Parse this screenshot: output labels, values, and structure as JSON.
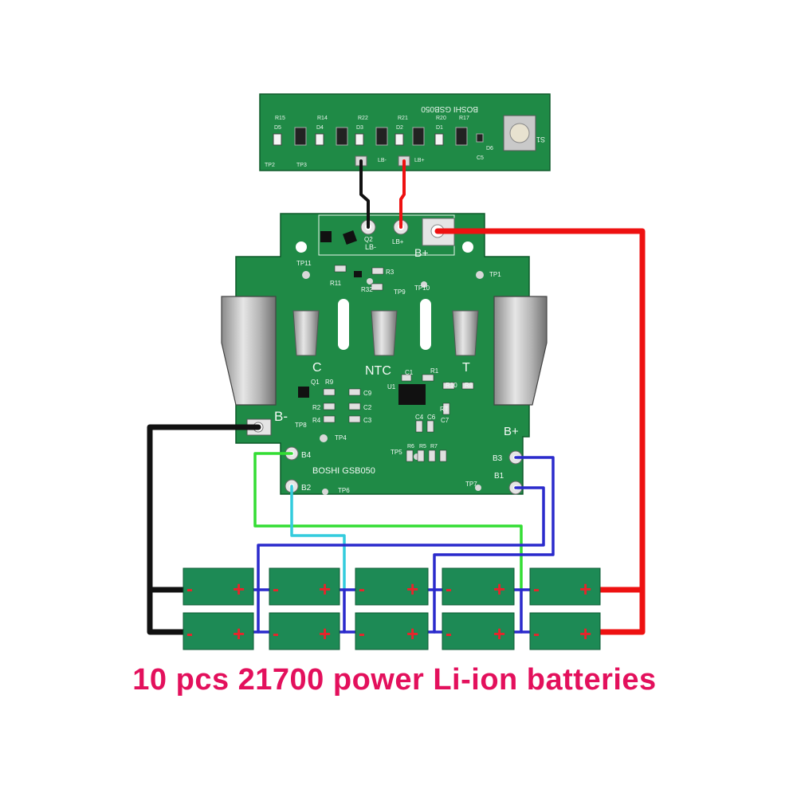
{
  "caption": "10 pcs 21700 power Li-ion batteries",
  "colors": {
    "pcb": "#1f8a46",
    "pcb_dark": "#15703a",
    "battery": "#1d8a55",
    "plus": "#e8242b",
    "minus": "#e8242b",
    "caption": "#e3105c",
    "wire_red": "#ee1111",
    "wire_black": "#111111",
    "wire_green": "#33dd33",
    "wire_cyan": "#33ccdd",
    "wire_blue": "#2a2acc"
  },
  "led_board": {
    "silk_top": "BOSHI GSB050",
    "s1": "S1",
    "labels": [
      "TP2",
      "TP3",
      "LB-",
      "LB+",
      "R15",
      "R14",
      "R22",
      "R21",
      "R20",
      "R17",
      "D5",
      "D4",
      "D3",
      "D2",
      "D1",
      "C5",
      "D6"
    ]
  },
  "main_board": {
    "lb_minus": "LB-",
    "lb_plus": "LB+",
    "b_plus_top": "B+",
    "tp11": "TP11",
    "tp1": "TP1",
    "q2": "Q2",
    "r11": "R11",
    "r3": "R3",
    "r32": "R32",
    "tp9": "TP9",
    "tp10": "TP10",
    "c": "C",
    "ntc": "NTC",
    "t": "T",
    "r1": "R1",
    "c1": "C1",
    "u1": "U1",
    "r10": "R10",
    "r8": "R8",
    "q1": "Q1",
    "r9": "R9",
    "c9": "C9",
    "r2": "R2",
    "c2": "C2",
    "r4": "R4",
    "c3": "C3",
    "rt": "RT",
    "c4": "C4",
    "c6": "C6",
    "c7": "C7",
    "b_minus": "B-",
    "tp8": "TP8",
    "tp4": "TP4",
    "b_plus_right": "B+",
    "tp5": "TP5",
    "r6": "R6",
    "r5": "R5",
    "r7": "R7",
    "b4": "B4",
    "b2": "B2",
    "tp6": "TP6",
    "silk": "BOSHI GSB050",
    "b3": "B3",
    "b1": "B1",
    "tp7": "TP7"
  },
  "battery_signs": {
    "minus": "-",
    "plus": "+"
  }
}
